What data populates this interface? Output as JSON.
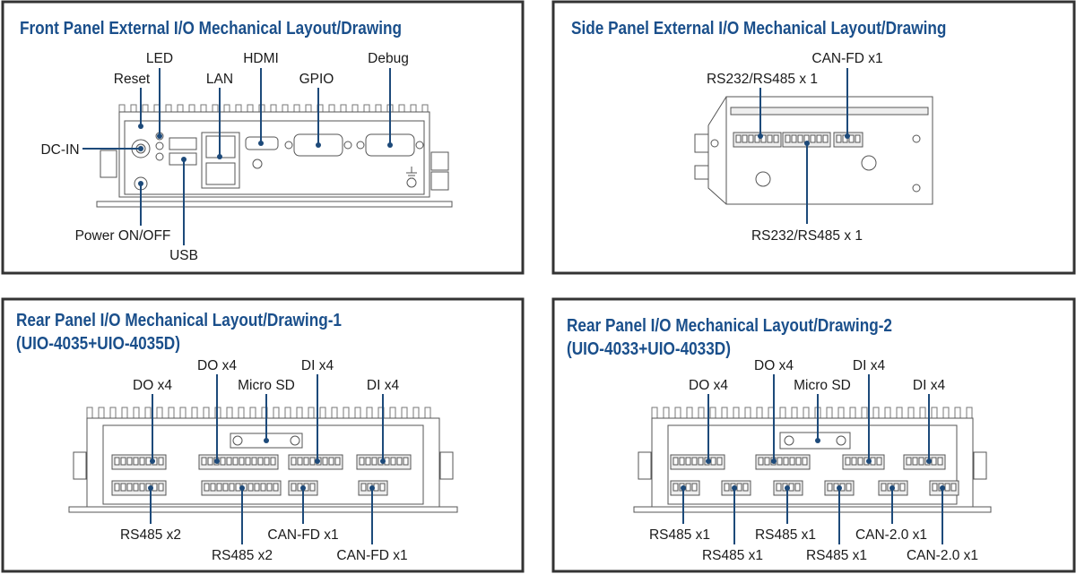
{
  "colors": {
    "title": "#1a4f8b",
    "leader": "#1d4a7a",
    "frame": "#333333"
  },
  "front_panel": {
    "title": "Front Panel External I/O Mechanical Layout/Drawing",
    "labels": {
      "led": "LED",
      "reset": "Reset",
      "lan": "LAN",
      "hdmi": "HDMI",
      "gpio": "GPIO",
      "debug": "Debug",
      "dc_in": "DC-IN",
      "power": "Power ON/OFF",
      "usb": "USB"
    }
  },
  "side_panel": {
    "title": "Side Panel External I/O Mechanical Layout/Drawing",
    "labels": {
      "can_fd": "CAN-FD x1",
      "rs232_top": "RS232/RS485 x 1",
      "rs232_bottom": "RS232/RS485 x 1"
    }
  },
  "rear_panel_1": {
    "title": "Rear Panel I/O Mechanical Layout/Drawing-1",
    "subtitle": "(UIO-4035+UIO-4035D)",
    "labels": {
      "do_a": "DO x4",
      "do_b": "DO x4",
      "micro_sd": "Micro SD",
      "di_a": "DI x4",
      "di_b": "DI x4",
      "rs485_a": "RS485 x2",
      "rs485_b": "RS485 x2",
      "can_a": "CAN-FD x1",
      "can_b": "CAN-FD x1"
    }
  },
  "rear_panel_2": {
    "title": "Rear Panel I/O Mechanical Layout/Drawing-2",
    "subtitle": "(UIO-4033+UIO-4033D)",
    "labels": {
      "do_a": "DO x4",
      "do_b": "DO x4",
      "micro_sd": "Micro SD",
      "di_a": "DI x4",
      "di_b": "DI x4",
      "rs485_a": "RS485 x1",
      "rs485_b": "RS485 x1",
      "rs485_c": "RS485 x1",
      "rs485_d": "RS485 x1",
      "can_a": "CAN-2.0 x1",
      "can_b": "CAN-2.0 x1"
    }
  }
}
